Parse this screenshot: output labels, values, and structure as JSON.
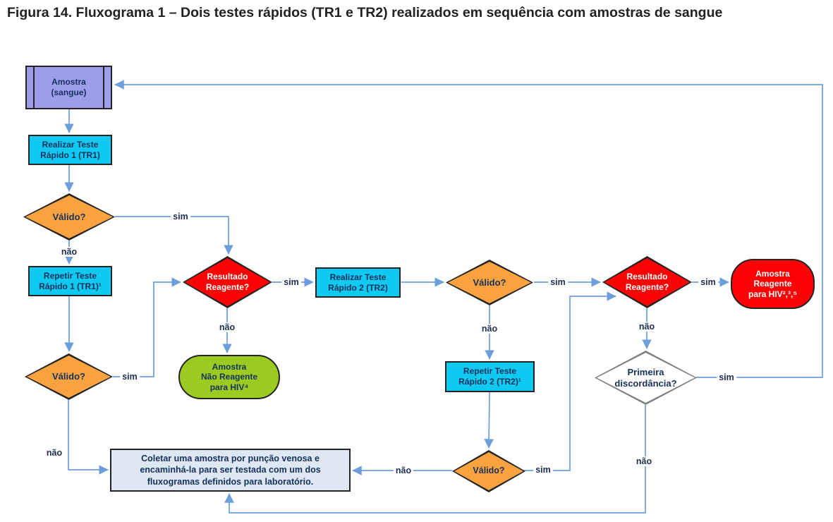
{
  "title": "Figura 14. Fluxograma 1 – Dois testes rápidos (TR1 e TR2) realizados em sequência com amostras de sangue",
  "colors": {
    "process_fill": "#0FC9F0",
    "decision_fill": "#F9A240",
    "reagente_fill": "#FC0204",
    "nao_reagente_fill": "#9BCB21",
    "amostra_fill": "#9D9DEB",
    "coletar_fill": "#DEE7F2",
    "discordancia_fill": "#FFFFFF",
    "connector": "#6D9EDC",
    "border_dark": "#232323",
    "border_gray": "#7F7F7F",
    "text_dark": "#16315B",
    "text_light": "#FFFFFF"
  },
  "nodes": {
    "amostra": {
      "label": "Amostra\n(sangue)"
    },
    "realizar_tr1": {
      "label": "Realizar Teste\nRápido 1 (TR1)"
    },
    "valido1": {
      "label": "Válido?"
    },
    "repetir_tr1": {
      "label": "Repetir Teste\nRápido 1 (TR1)¹"
    },
    "valido3": {
      "label": "Válido?"
    },
    "coletar": {
      "label": "Coletar uma amostra por punção venosa e\nencaminhá-la para ser testada com um dos\nfluxogramas definidos para laboratório."
    },
    "rr1": {
      "label": "Resultado\nReagente?"
    },
    "nao_reagente": {
      "label": "Amostra\nNão Reagente\npara HIV⁴"
    },
    "realizar_tr2": {
      "label": "Realizar Teste\nRápido 2 (TR2)"
    },
    "valido2": {
      "label": "Válido?"
    },
    "repetir_tr2": {
      "label": "Repetir Teste\nRápido 2 (TR2)¹"
    },
    "valido4": {
      "label": "Válido?"
    },
    "rr2": {
      "label": "Resultado\nReagente?"
    },
    "reagente": {
      "label": "Amostra\nReagente\npara HIV²,³,⁵"
    },
    "primeira": {
      "label": "Primeira\ndiscordância?"
    }
  },
  "labels": {
    "valido1_sim": "sim",
    "valido1_nao": "não",
    "valido3_sim": "sim",
    "valido3_nao": "não",
    "rr1_sim": "sim",
    "rr1_nao": "não",
    "valido2_sim": "sim",
    "valido2_nao": "não",
    "valido4_sim": "sim",
    "valido4_nao": "não",
    "rr2_sim": "sim",
    "rr2_nao": "não",
    "primeira_sim": "sim",
    "primeira_nao": "não"
  }
}
